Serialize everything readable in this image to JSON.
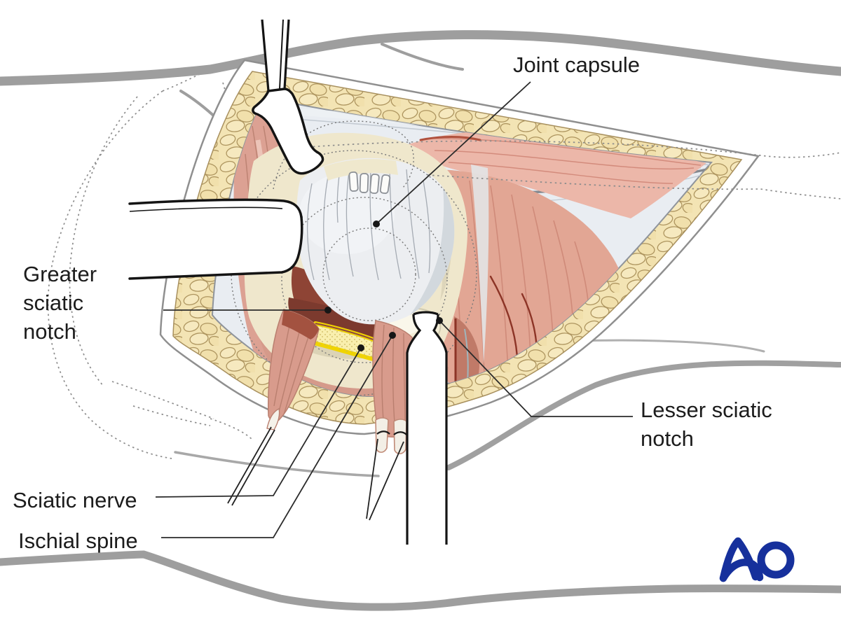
{
  "figure": {
    "type": "surgical-anatomy-illustration",
    "labels": {
      "joint_capsule": "Joint capsule",
      "greater_sciatic_notch": [
        "Greater",
        "sciatic",
        "notch"
      ],
      "lesser_sciatic_notch": [
        "Lesser sciatic",
        "notch"
      ],
      "sciatic_nerve": "Sciatic nerve",
      "ischial_spine": "Ischial spine"
    },
    "logo": {
      "text": "AO",
      "color": "#16309c"
    },
    "colors": {
      "background": "#ffffff",
      "skin_contour_gray": "#9e9e9e",
      "fat": "#f3e4b4",
      "fat_outline": "#ae955f",
      "muscle_pink": "#dca193",
      "muscle_deep_red": "#8e4435",
      "nerve_yellow": "#f2d500",
      "capsule_gray": "#edeff1",
      "bone_cream": "#efe7cc",
      "leader_line": "#2b2b2b",
      "label_text": "#1c1c1c"
    }
  }
}
